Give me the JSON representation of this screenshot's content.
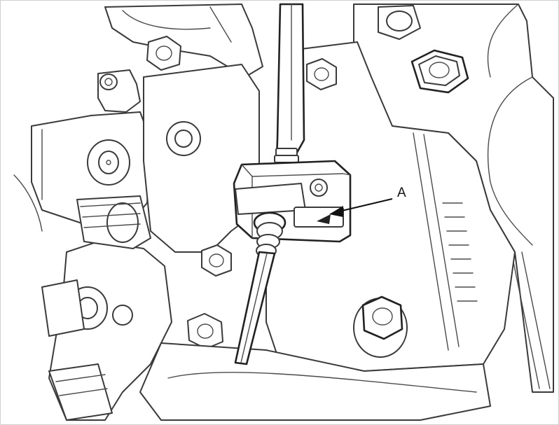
{
  "diagram": {
    "callouts": [
      {
        "id": "A",
        "label": "A",
        "target": "cable-bracket"
      }
    ],
    "colors": {
      "line": "#3a3a3a",
      "background": "#ffffff",
      "border": "#d0d0d0"
    }
  }
}
